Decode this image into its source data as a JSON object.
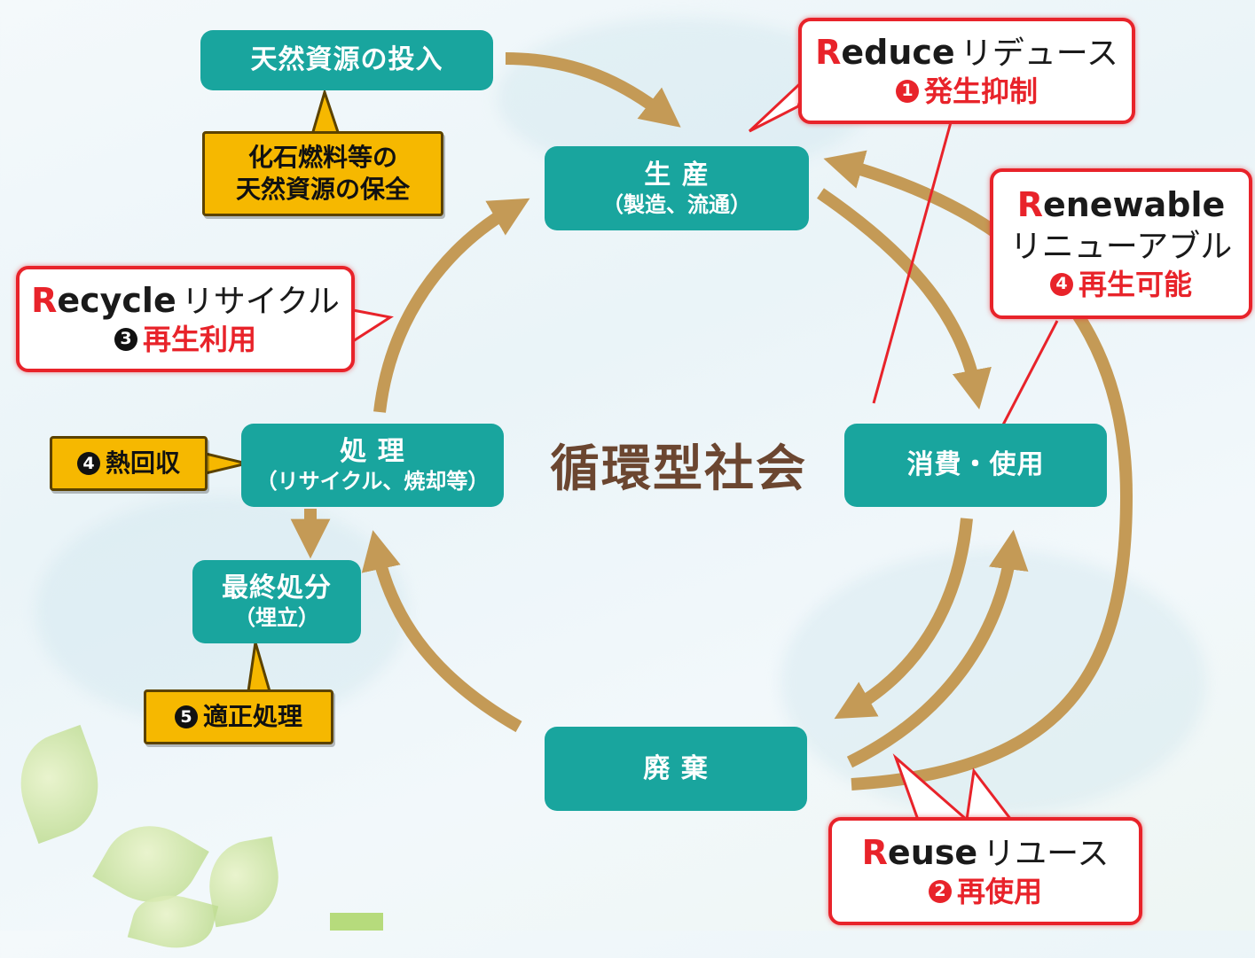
{
  "center_title": "循環型社会",
  "nodes": {
    "resource_input": "天然資源の投入",
    "production": {
      "main": "生 産",
      "sub": "（製造、流通）"
    },
    "consumption": "消費・使用",
    "disposal": "廃 棄",
    "treatment": {
      "main": "処 理",
      "sub": "（リサイクル、焼却等）"
    },
    "final_disposal": {
      "main": "最終処分",
      "sub": "（埋立）"
    }
  },
  "yellow_boxes": {
    "conservation": {
      "line1": "化石燃料等の",
      "line2": "天然資源の保全"
    },
    "heat_recovery": {
      "num": "4",
      "label": "熱回収"
    },
    "proper_treatment": {
      "num": "5",
      "label": "適正処理"
    }
  },
  "callouts": {
    "reduce": {
      "initial": "R",
      "rest": "educe",
      "jp": "リデュース",
      "num": "1",
      "label": "発生抑制"
    },
    "renewable": {
      "initial": "R",
      "rest": "enewable",
      "jp": "リニューアブル",
      "num": "4",
      "label": "再生可能"
    },
    "recycle": {
      "initial": "R",
      "rest": "ecycle",
      "jp": "リサイクル",
      "num": "3",
      "label": "再生利用"
    },
    "reuse": {
      "initial": "R",
      "rest": "euse",
      "jp": "リユース",
      "num": "2",
      "label": "再使用"
    }
  },
  "colors": {
    "node_teal": "#19a59e",
    "arrow_tan": "#c49a56",
    "callout_red": "#e8232a",
    "yellow": "#f6b800",
    "title_brown": "#6b4630"
  }
}
